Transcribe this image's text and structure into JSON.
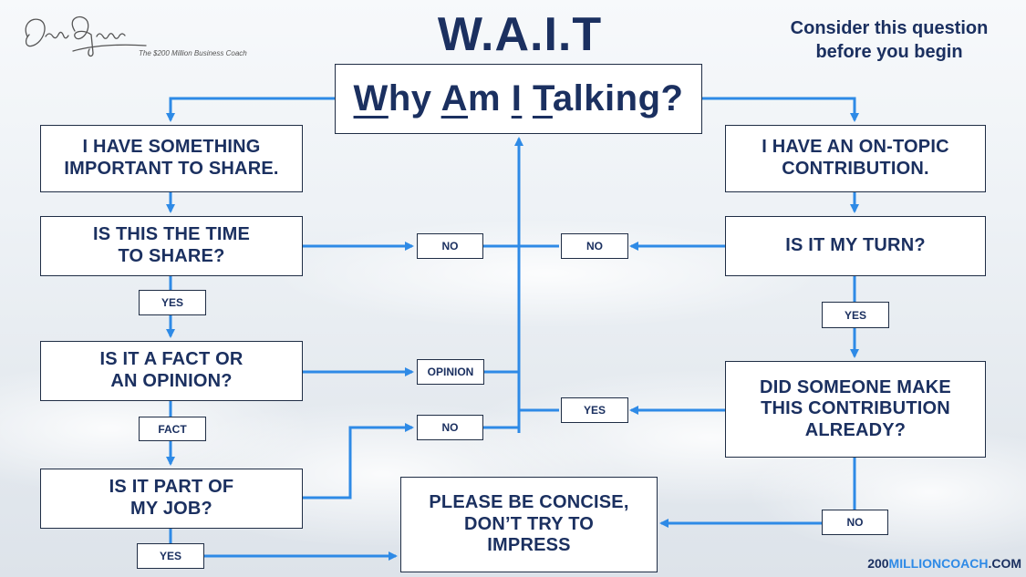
{
  "brand": {
    "subtitle": "The $200 Million Business Coach",
    "website_part1": "200",
    "website_part2": "MILLIONCOACH",
    "website_part3": ".COM"
  },
  "title": "W.A.I.T",
  "subtitle_note": "Consider this question before you begin",
  "main_question": {
    "w1": "W",
    "w1_rest": "hy ",
    "w2": "A",
    "w2_rest": "m ",
    "w3": "I",
    "w3_rest": " ",
    "w4": "T",
    "w4_rest": "alking?"
  },
  "left": {
    "box1_l1": "I HAVE SOMETHING",
    "box1_l2": "IMPORTANT TO SHARE.",
    "box2_l1": "IS THIS THE TIME",
    "box2_l2": "TO SHARE?",
    "box3_l1": "IS IT A FACT OR",
    "box3_l2": "AN OPINION?",
    "box4_l1": "IS IT PART OF",
    "box4_l2": "MY JOB?",
    "yes1": "YES",
    "fact": "FACT",
    "yes2": "YES"
  },
  "middle": {
    "no_time": "NO",
    "opinion": "OPINION",
    "no_job": "NO",
    "concise_l1": "PLEASE BE CONCISE,",
    "concise_l2": "DON’T TRY TO",
    "concise_l3": "IMPRESS"
  },
  "right": {
    "box1_l1": "I HAVE AN ON-TOPIC",
    "box1_l2": "CONTRIBUTION.",
    "box2": "IS IT MY TURN?",
    "box3_l1": "DID SOMEONE MAKE",
    "box3_l2": "THIS CONTRIBUTION",
    "box3_l3": "ALREADY?",
    "no_turn": "NO",
    "yes_turn": "YES",
    "yes_already": "YES",
    "no_already": "NO"
  },
  "colors": {
    "arrow": "#2e8ae6",
    "text": "#1b3060",
    "border": "#1f2d45"
  }
}
